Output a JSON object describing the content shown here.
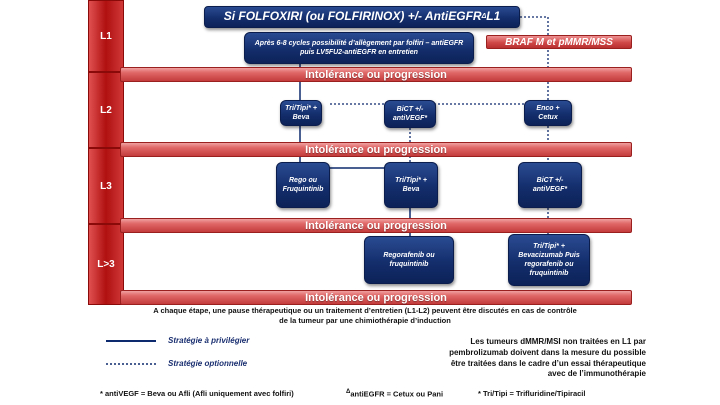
{
  "lines": [
    {
      "label": "L1"
    },
    {
      "label": "L2"
    },
    {
      "label": "L3"
    },
    {
      "label": "L>3"
    }
  ],
  "band_label": "Intolérance ou progression",
  "title": {
    "text": "Si FOLFOXIRI (ou FOLFIRINOX) +/- AntiEGFR",
    "superscript": "Δ",
    "suffix": " L1"
  },
  "l1_detail": "Après 6-8 cycles possibilité d’allègement par folfiri – antiEGFR puis LV5FU2-antiEGFR en entretien",
  "braf": "BRAF M et pMMR/MSS",
  "l2": {
    "a": "Tri/Tipi* + Beva",
    "b": "BiCT +/- antiVEGF*",
    "c": "Enco + Cetux"
  },
  "l3": {
    "a": "Rego ou Fruquintinib",
    "b": "Tri/Tipi* + Beva",
    "c": "BiCT +/- antiVEGF*"
  },
  "l4": {
    "a": "Regorafenib ou fruquintinib",
    "b": "Tri/Tipi* + Bevacizumab Puis regorafenib ou fruquintinib"
  },
  "center_note": "A chaque étape, une pause thérapeutique ou un traitement d’entretien (L1-L2) peuvent être discutés en cas de contrôle de la tumeur par une chimiothérapie d’induction",
  "legend": {
    "solid": "Stratégie à privilégier",
    "dotted": "Stratégie optionnelle"
  },
  "right_note": "Les tumeurs dMMR/MSI non traitées en L1 par pembrolizumab doivent dans la mesure du possible être traitées dans le cadre d’un essai thérapeutique avec de l’immunothérapie",
  "footer": {
    "a": "* antiVEGF = Beva ou Afli (Afli uniquement avec folfiri)",
    "b_symbol": "Δ",
    "b": "antiEGFR = Cetux ou Pani",
    "c": "* Tri/Tipi = Trifluridine/Tipiracil"
  },
  "colors": {
    "line_red": "#b01010",
    "band_red": "#c43c3c",
    "box_navy": "#142e6c",
    "connector": "#0d2a6e"
  }
}
